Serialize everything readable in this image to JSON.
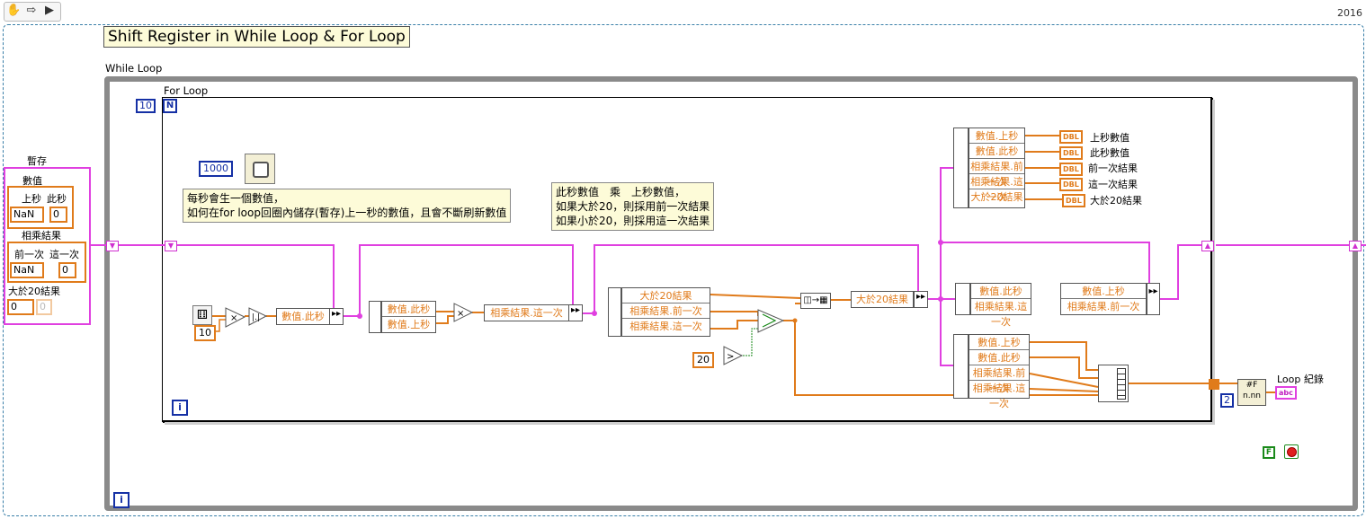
{
  "toolbar": {
    "icons": [
      "hand-tool-icon",
      "arrow-run-icon",
      "run-continuous-icon"
    ],
    "version": "2016"
  },
  "diagram": {
    "title": "Shift Register in While Loop & For Loop",
    "while_loop_label": "While Loop",
    "for_loop_label": "For Loop",
    "for_count": "10",
    "n_terminal": "N",
    "iteration_terminal": "i",
    "wait_ms": "1000",
    "note_left": [
      "每秒會生一個數值，",
      "如何在for loop回圈內儲存(暫存)上一秒的數值，且會不斷刷新數值"
    ],
    "note_right": [
      "此秒數值　乘　上秒數值，",
      "如果大於20，則採用前一次結果",
      "如果小於20，則採用這一次結果"
    ],
    "random_scale": "10",
    "compare_const": "20",
    "array_count": "2",
    "log_label": "Loop 紀錄"
  },
  "control": {
    "title": "暫存",
    "value_label": "數值",
    "prev_sec": "上秒",
    "this_sec": "此秒",
    "value_prev": "NaN",
    "value_this": "0",
    "product_label": "相乘結果",
    "prod_prev_label": "前一次",
    "prod_this_label": "這一次",
    "prod_prev": "NaN",
    "prod_this": "0",
    "gt20_label": "大於20結果",
    "gt20_value": "0",
    "gt20_gray": "0"
  },
  "bundles": {
    "b1": [
      "數值.此秒"
    ],
    "b2": [
      "數值.此秒",
      "數值.上秒"
    ],
    "b3": [
      "相乘結果.這一次"
    ],
    "b4": [
      "大於20結果",
      "相乘結果.前一次",
      "相乘結果.這一次"
    ],
    "b5": [
      "大於20結果"
    ],
    "top_unbundle": [
      "數值.上秒",
      "數值.此秒",
      "相乘結果.前一次",
      "相乘結果.這一次",
      "大於20結果"
    ],
    "mid_a": [
      "數值.此秒",
      "相乘結果.這一次"
    ],
    "mid_b": [
      "數值.上秒",
      "相乘結果.前一次"
    ],
    "bottom": [
      "數值.上秒",
      "數值.此秒",
      "相乘結果.前一次",
      "相乘結果.這一次"
    ]
  },
  "indicators": [
    {
      "type": "DBL",
      "label": "上秒數值"
    },
    {
      "type": "DBL",
      "label": "此秒數值"
    },
    {
      "type": "DBL",
      "label": "前一次結果"
    },
    {
      "type": "DBL",
      "label": "這一次結果"
    },
    {
      "type": "DBL",
      "label": "大於20結果"
    }
  ],
  "string_indicator_type": "abc",
  "stop_constant": "F",
  "colors": {
    "orange_wire": "#e07b1b",
    "pink_wire": "#e040e0",
    "loop_blue": "#1530a5",
    "while_border": "#8a8a8a",
    "note_bg": "#fdfbd8"
  }
}
